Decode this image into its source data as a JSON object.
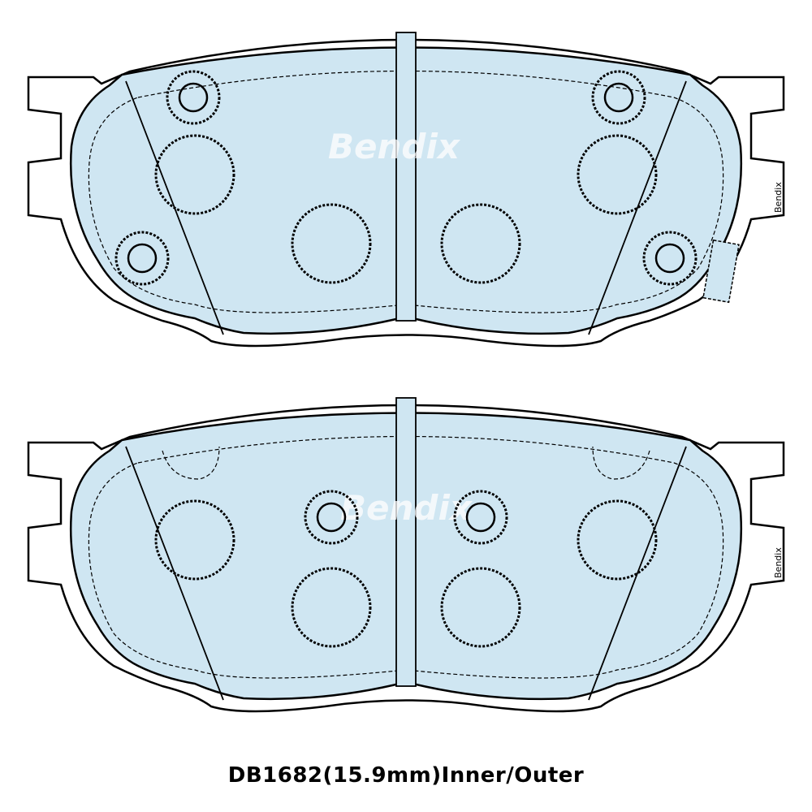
{
  "caption": "DB1682(15.9mm)Inner/Outer",
  "watermark": "Bendix",
  "side_label": "Bendix",
  "colors": {
    "pad_fill": "#cfe6f2",
    "outline": "#000000",
    "background": "#ffffff"
  },
  "pads": [
    {
      "name": "inner-pad"
    },
    {
      "name": "outer-pad"
    }
  ]
}
